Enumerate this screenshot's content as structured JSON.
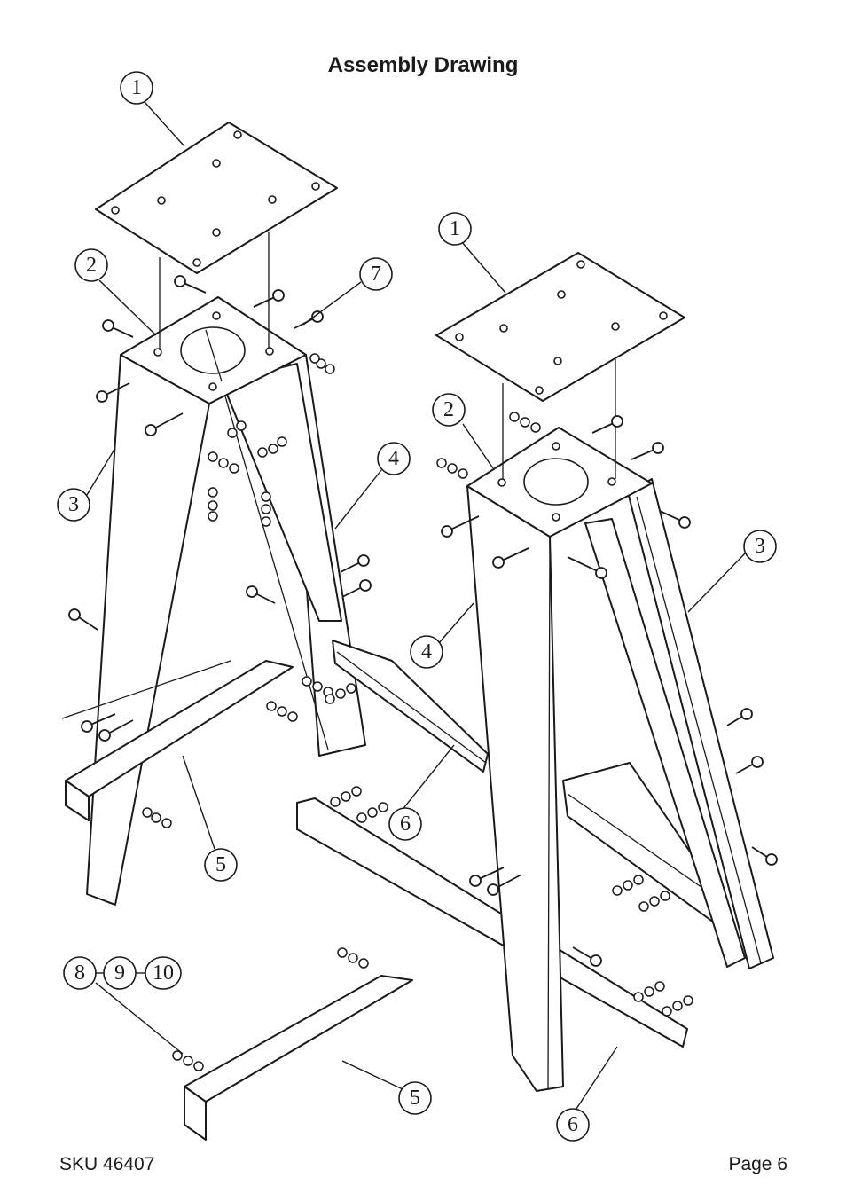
{
  "page": {
    "title": "Assembly Drawing",
    "sku": "SKU 46407",
    "page_number": "Page 6"
  },
  "callouts": {
    "c1a": "1",
    "c2a": "2",
    "c7": "7",
    "c3a": "3",
    "c4a": "4",
    "c1b": "1",
    "c2b": "2",
    "c3b": "3",
    "c4b": "4",
    "c5a": "5",
    "c6a": "6",
    "c8": "8",
    "c9": "9",
    "c10": "10",
    "c5b": "5",
    "c6b": "6"
  }
}
